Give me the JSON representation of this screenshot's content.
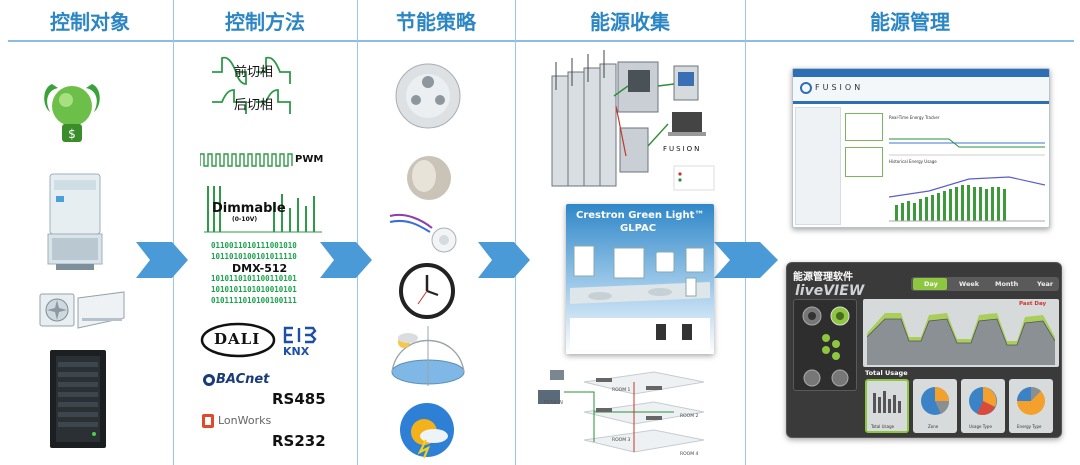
{
  "columns": [
    "控制对象",
    "控制方法",
    "节能策略",
    "能源收集",
    "能源管理"
  ],
  "control_methods": {
    "leading_phase": "前切相",
    "trailing_phase": "后切相",
    "pwm": "PWM",
    "dimmable": "Dimmable",
    "dimmable_sub": "(0-10V)",
    "binary_lines": [
      "0110011010111001010",
      "1011010100101011110",
      "1010110101100110101",
      "1010101101010010101",
      "0101111010100100111"
    ],
    "dmx": "DMX-512",
    "dali": "DALI",
    "knx": "KNX",
    "bacnet": "BACnet",
    "rs485": "RS485",
    "lonworks": "LonWorks",
    "rs232": "RS232"
  },
  "energy_collection": {
    "fusion_text": "FUSION",
    "green_light_title": "Crestron Green Light™",
    "green_light_sub": "GLPAC",
    "rooms": [
      "ROOM 1",
      "ROOM 2",
      "ROOM 3",
      "ROOM 4"
    ]
  },
  "energy_management": {
    "fusion_app_title": "FUSION",
    "fusion_chart_title": "Real-Time Energy Tracker",
    "historical_label": "Historical Energy Usage",
    "liveview_title": "能源管理软件",
    "liveview_logo": "liveVIEW",
    "tabs": [
      "Day",
      "Week",
      "Month",
      "Year"
    ],
    "past_day": "Past Day",
    "total_usage": "Total Usage",
    "pie_labels": [
      "Total Usage",
      "Zone",
      "Usage Type",
      "Energy Type"
    ]
  },
  "colors": {
    "header_text": "#2c86c4",
    "arrow": "#4a9ad8",
    "binary": "#19a34a",
    "liveview_bg": "#3a3a3a",
    "accent_green": "#8dc63f"
  }
}
